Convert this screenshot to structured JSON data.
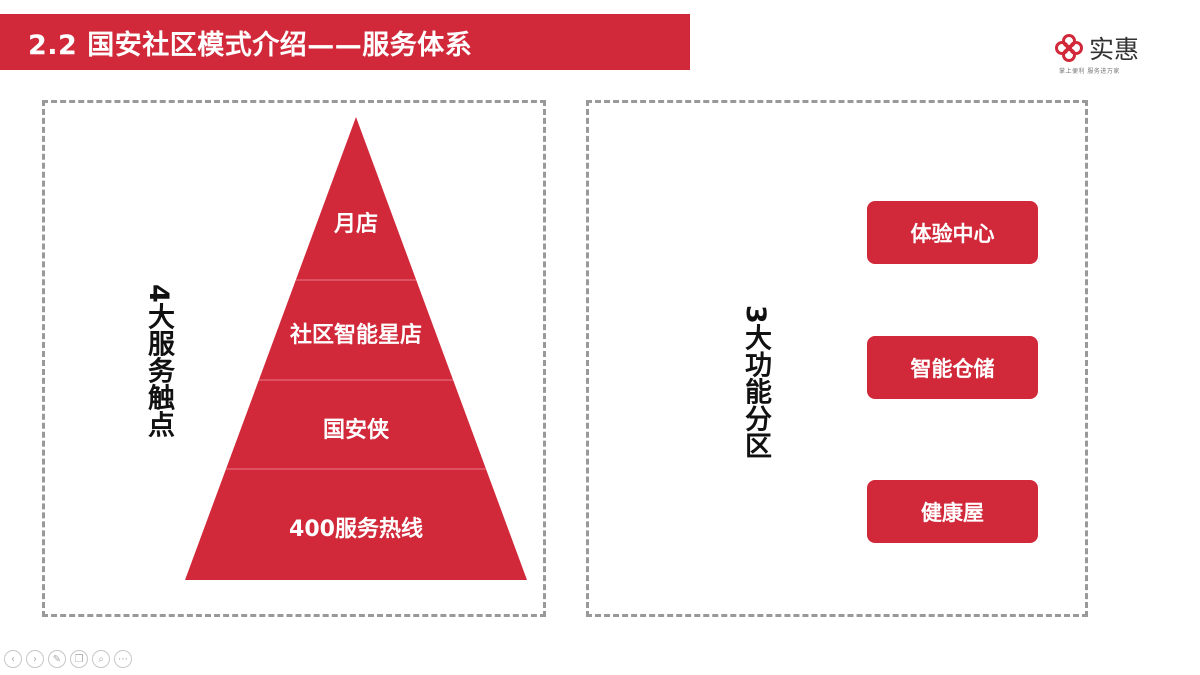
{
  "header": {
    "title": "2.2  国安社区模式介绍——服务体系"
  },
  "logo": {
    "name": "实惠",
    "tagline": "掌上便利     服务进万家"
  },
  "left_panel": {
    "label": "4大服务触点",
    "pyramid_levels": [
      "月店",
      "社区智能星店",
      "国安侠",
      "400服务热线"
    ]
  },
  "right_panel": {
    "label": "3大功能分区",
    "buttons": [
      "体验中心",
      "智能仓储",
      "健康屋"
    ]
  },
  "toolbar": {
    "icons": [
      "prev-icon",
      "next-icon",
      "pen-icon",
      "copy-icon",
      "zoom-icon",
      "more-icon"
    ]
  },
  "colors": {
    "accent": "#d1293a",
    "border": "#999999"
  }
}
